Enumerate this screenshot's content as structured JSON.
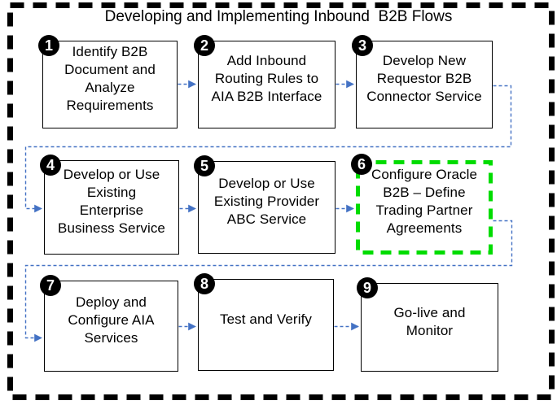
{
  "title": "Developing and Implementing Inbound  B2B Flows",
  "colors": {
    "connector_blue": "#4472c4",
    "highlight_green": "#00dc00",
    "box_border": "#000000",
    "badge_fill": "#000000",
    "badge_text": "#ffffff",
    "background": "#ffffff"
  },
  "steps": [
    {
      "num": "1",
      "label": "Identify B2B\nDocument and\nAnalyze\nRequirements"
    },
    {
      "num": "2",
      "label": "Add Inbound\nRouting Rules to\nAIA B2B Interface"
    },
    {
      "num": "3",
      "label": "Develop New\nRequestor B2B\nConnector Service"
    },
    {
      "num": "4",
      "label": "Develop or Use\nExisting\nEnterprise\nBusiness Service"
    },
    {
      "num": "5",
      "label": "Develop or Use\nExisting Provider\nABC Service"
    },
    {
      "num": "6",
      "label": "Configure Oracle\nB2B – Define\nTrading Partner\nAgreements",
      "highlighted": true
    },
    {
      "num": "7",
      "label": "Deploy and\nConfigure AIA\nServices"
    },
    {
      "num": "8",
      "label": "Test and Verify"
    },
    {
      "num": "9",
      "label": "Go-live and\nMonitor"
    }
  ]
}
